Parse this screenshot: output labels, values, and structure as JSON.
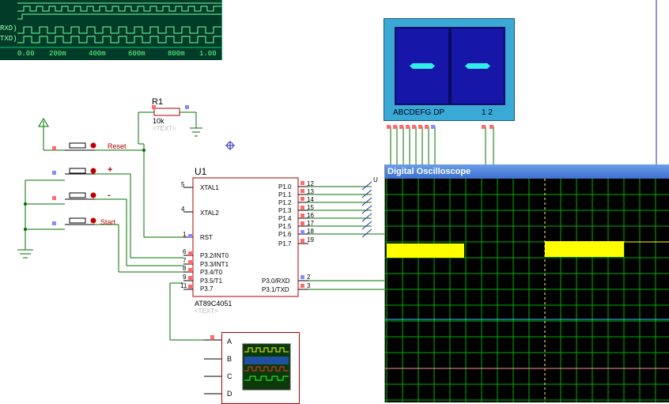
{
  "logic_analyzer": {
    "signals": [
      "RXD",
      "TXD"
    ],
    "time_ticks": [
      "0.00",
      "200m",
      "400m",
      "600m",
      "800m",
      "1.00"
    ]
  },
  "seven_segment": {
    "segment_pins_label": "ABCDEFG  DP",
    "common_pins_label": "1 2"
  },
  "resistor": {
    "ref": "R1",
    "value": "10k",
    "text": "<TEXT>"
  },
  "buttons": [
    {
      "label": "Reset"
    },
    {
      "label": "+"
    },
    {
      "label": "-"
    },
    {
      "label": "Start"
    }
  ],
  "mcu": {
    "ref": "U1",
    "part": "AT89C4051",
    "text": "<TEXT>",
    "left_pins": [
      {
        "num": "5",
        "name": "XTAL1"
      },
      {
        "num": "4",
        "name": "XTAL2"
      },
      {
        "num": "1",
        "name": "RST"
      },
      {
        "num": "6",
        "name": "P3.2/INT0"
      },
      {
        "num": "7",
        "name": "P3.3/INT1"
      },
      {
        "num": "8",
        "name": "P3.4/T0"
      },
      {
        "num": "9",
        "name": "P3.5/T1"
      },
      {
        "num": "11",
        "name": "P3.7"
      }
    ],
    "right_pins": [
      {
        "num": "12",
        "name": "P1.0"
      },
      {
        "num": "13",
        "name": "P1.1"
      },
      {
        "num": "14",
        "name": "P1.2"
      },
      {
        "num": "15",
        "name": "P1.3"
      },
      {
        "num": "16",
        "name": "P1.4"
      },
      {
        "num": "17",
        "name": "P1.5"
      },
      {
        "num": "18",
        "name": "P1.6"
      },
      {
        "num": "19",
        "name": "P1.7"
      },
      {
        "num": "2",
        "name": "P3.0/RXD"
      },
      {
        "num": "3",
        "name": "P3.1/TXD"
      }
    ]
  },
  "scope_component": {
    "channels": [
      "A",
      "B",
      "C",
      "D"
    ]
  },
  "oscilloscope": {
    "title": "Digital Oscilloscope"
  },
  "colors": {
    "wire": "#007000",
    "component": "#b00000",
    "pin_red": "#ff6b6b",
    "pin_blue": "#8a8aff",
    "trace": "#ffff00",
    "grid": "#00b000"
  }
}
